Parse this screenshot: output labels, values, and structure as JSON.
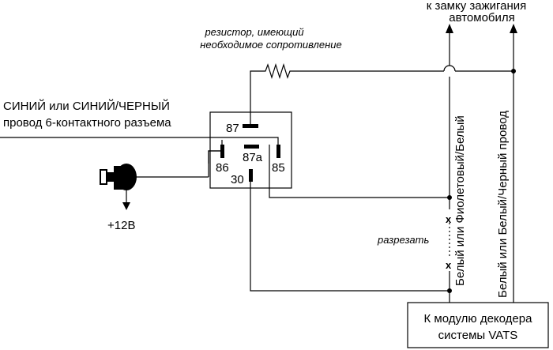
{
  "resistor_label": [
    "резистор, имеющий",
    "необходимое сопротивление"
  ],
  "ignition_label": [
    "к замку зажигания",
    "автомобиля"
  ],
  "wire_label": [
    "СИНИЙ или СИНИЙ/ЧЕРНЫЙ",
    "провод 6-контактного разъема"
  ],
  "relay_pins": {
    "p87": "87",
    "p87a": "87a",
    "p86": "86",
    "p85": "85",
    "p30": "30"
  },
  "power_label": "+12В",
  "cut_label": "разрезать",
  "cut_marks": [
    "x",
    "x"
  ],
  "wire_violet": "Белый или Фиолетовый/Белый",
  "wire_black": "Белый или Белый/Черный провод",
  "module_label": [
    "К модулю декодера",
    "системы VATS"
  ]
}
